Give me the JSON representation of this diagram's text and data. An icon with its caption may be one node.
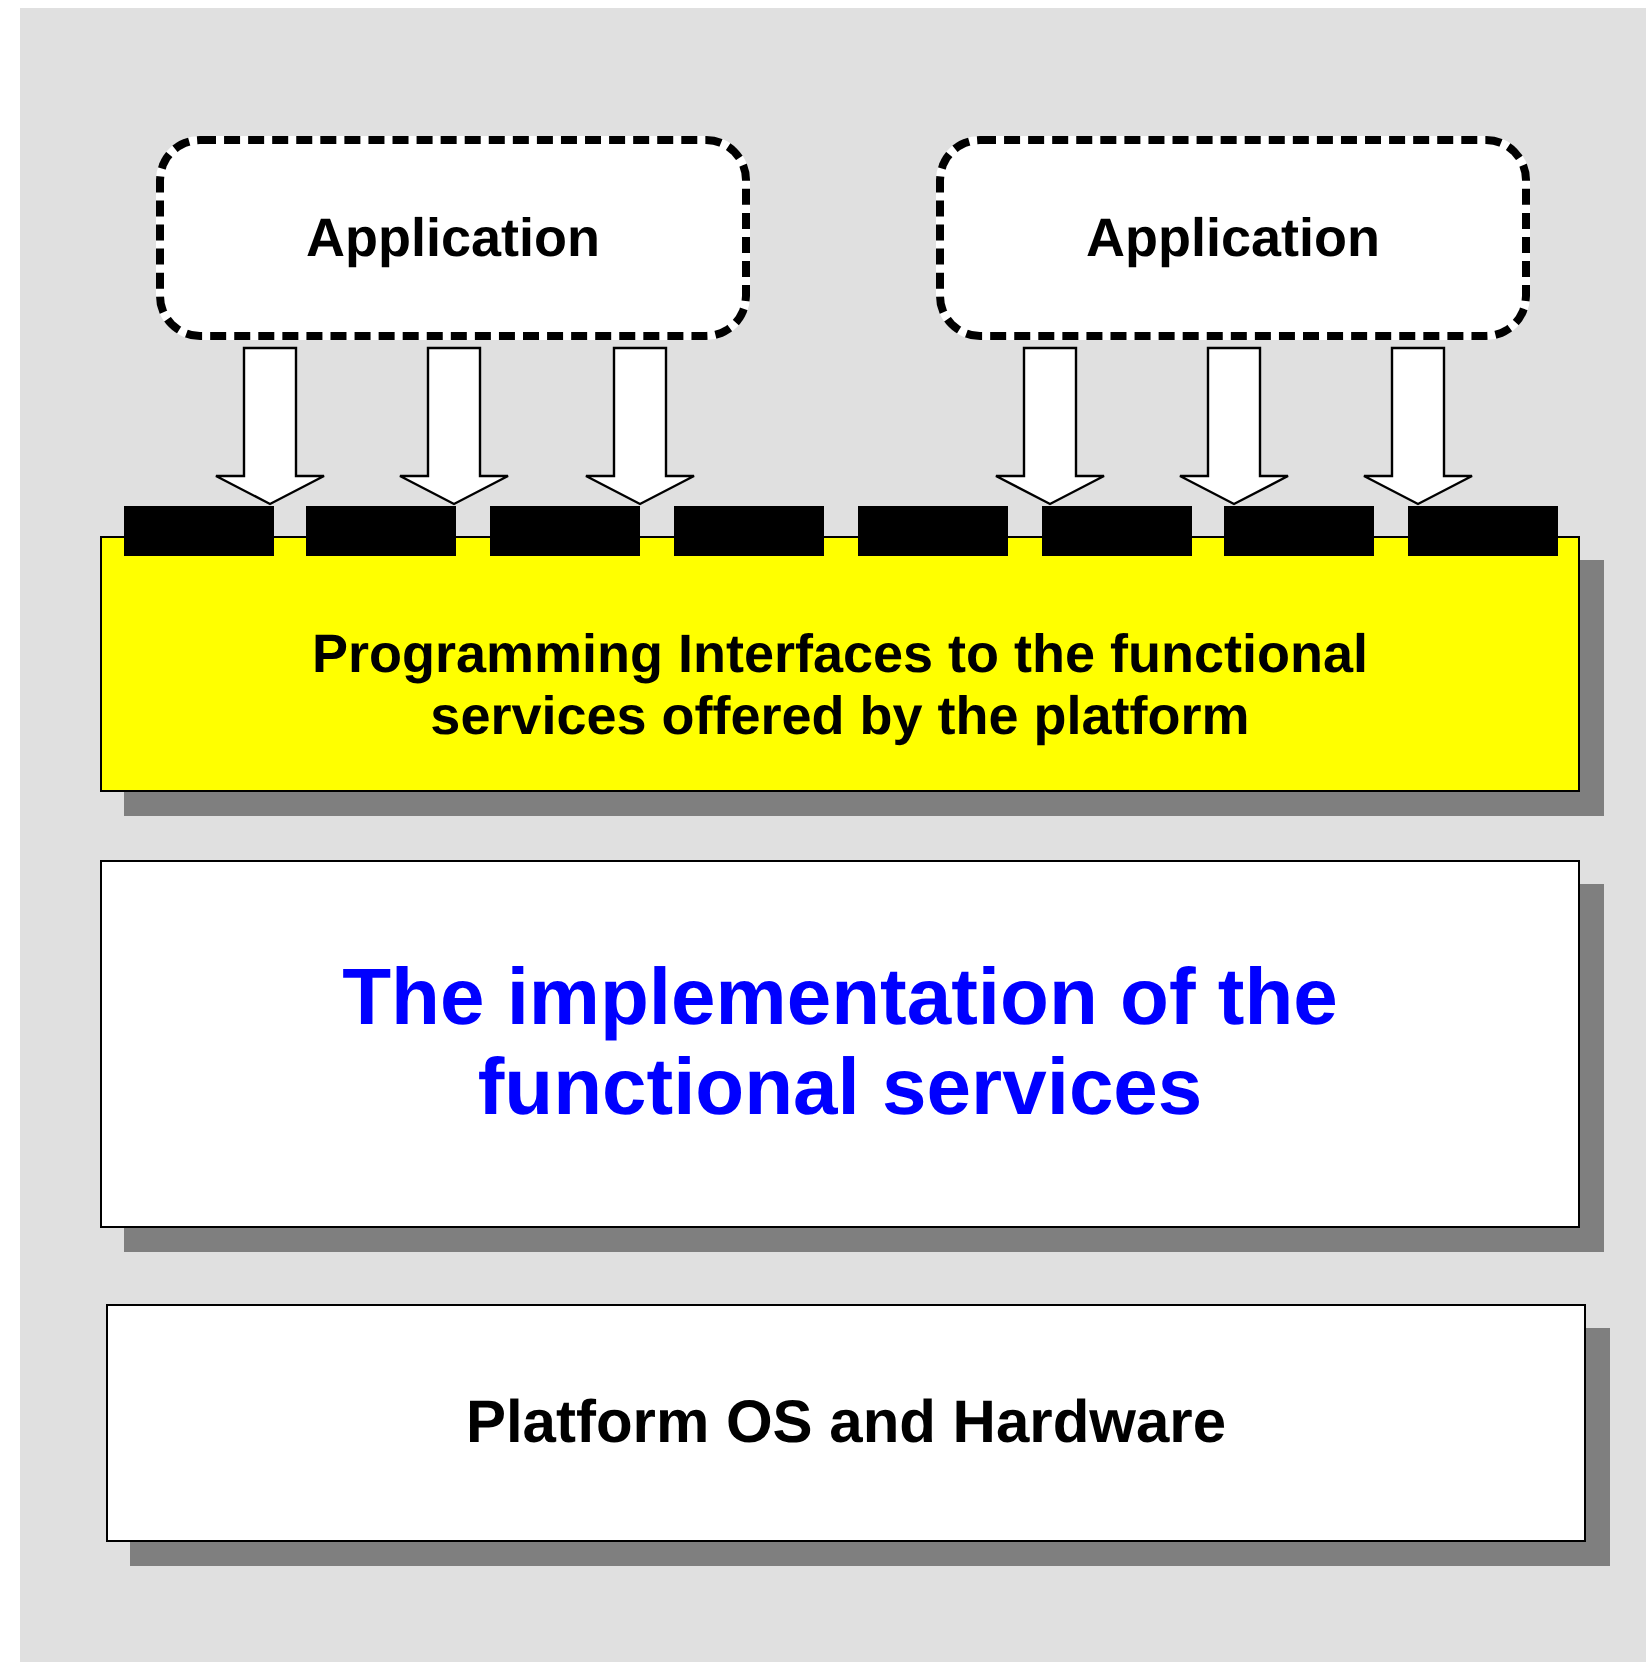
{
  "diagram": {
    "nodes": [
      {
        "text": [
          "Application"
        ]
      },
      {
        "text": [
          "Application"
        ]
      },
      {
        "text": [
          "Programming Interfaces to the functional services offered by the platform"
        ]
      },
      {
        "text": [],
        "shape": "bar"
      },
      {
        "text": [],
        "shape": "bar"
      },
      {
        "text": [],
        "shape": "bar"
      },
      {
        "text": [],
        "shape": "bar"
      },
      {
        "text": [],
        "shape": "bar"
      },
      {
        "text": [],
        "shape": "bar"
      },
      {
        "text": [],
        "shape": "bar"
      },
      {
        "text": [],
        "shape": "bar"
      },
      {
        "text": [
          "The implementation of the functional services"
        ]
      },
      {
        "text": [
          "Platform OS and Hardware"
        ]
      }
    ],
    "edges": [
      {
        "from": 0,
        "to": 2,
        "arrow": "to"
      },
      {
        "from": 0,
        "to": 2,
        "arrow": "to"
      },
      {
        "from": 0,
        "to": 2,
        "arrow": "to"
      },
      {
        "from": 1,
        "to": 2,
        "arrow": "to"
      },
      {
        "from": 1,
        "to": 2,
        "arrow": "to"
      },
      {
        "from": 1,
        "to": 2,
        "arrow": "to"
      }
    ]
  }
}
